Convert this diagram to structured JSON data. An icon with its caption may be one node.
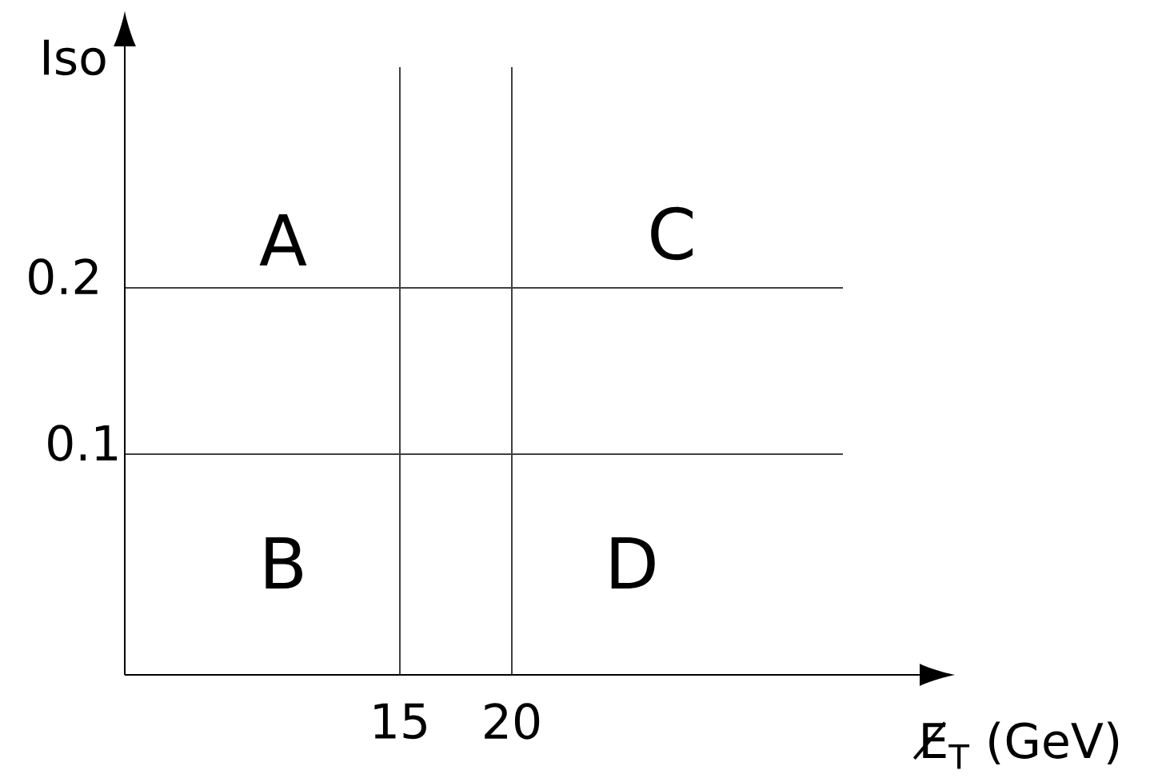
{
  "diagram": {
    "labels": [
      "Iso",
      "A",
      "C",
      "0.2",
      "0.1",
      "B",
      "D",
      "15",
      "20",
      "E̸$_{T}$ (GeV)"
    ]
  }
}
